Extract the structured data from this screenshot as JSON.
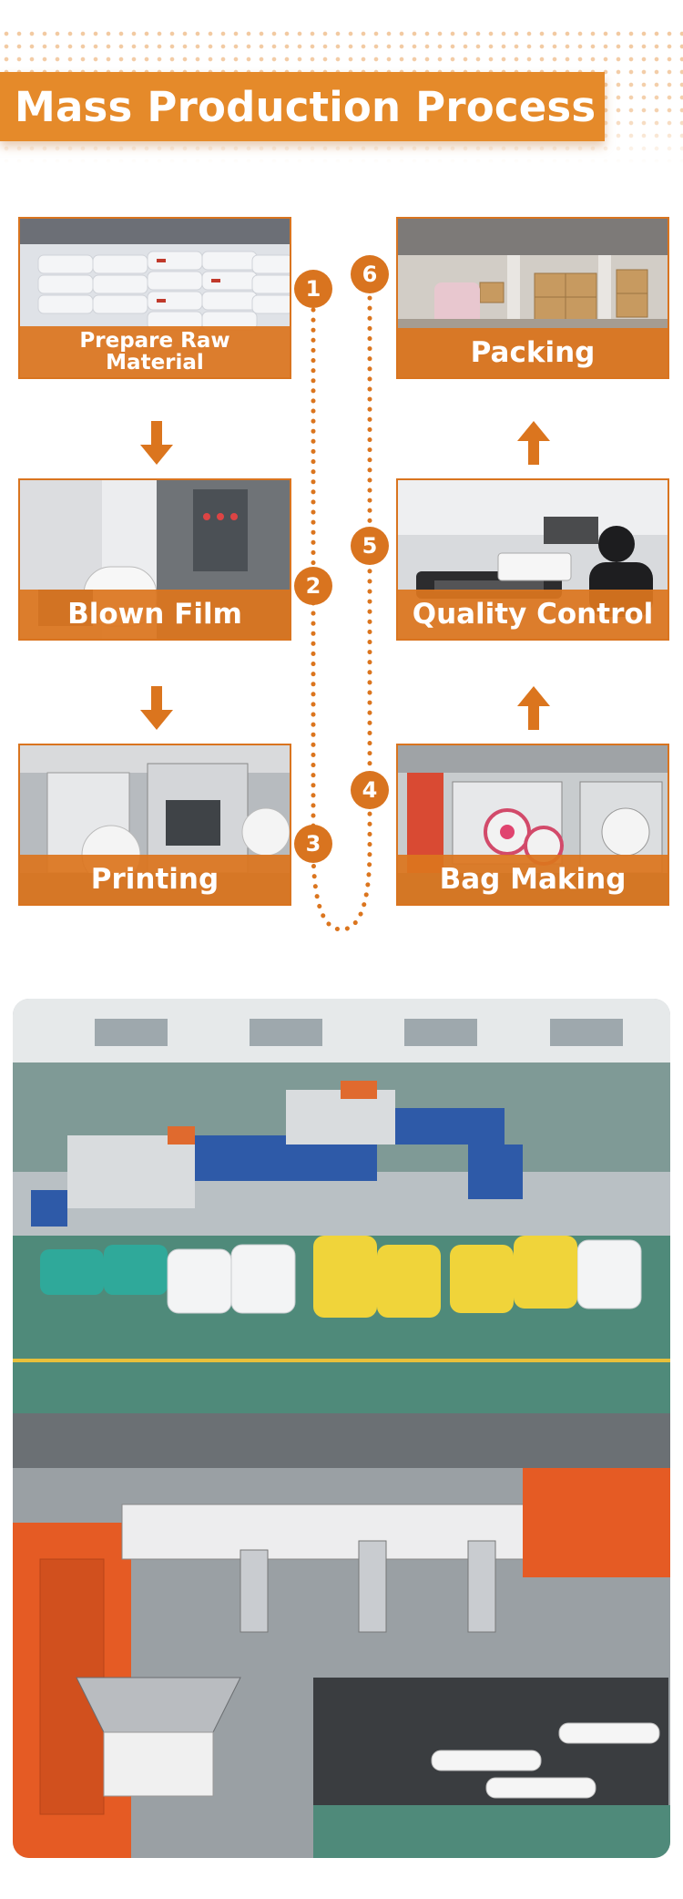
{
  "header": {
    "title": "Mass Production Process"
  },
  "steps": [
    {
      "number": "1",
      "label": "Prepare Raw\nMaterial"
    },
    {
      "number": "2",
      "label": "Blown Film"
    },
    {
      "number": "3",
      "label": "Printing"
    },
    {
      "number": "4",
      "label": "Bag Making"
    },
    {
      "number": "5",
      "label": "Quality Control"
    },
    {
      "number": "6",
      "label": "Packing"
    }
  ],
  "colors": {
    "accent": "#e58a2a",
    "label_bg": "#db751e",
    "dots": "#f2c9a0"
  },
  "icons": {
    "down_arrow": "arrow-down-icon",
    "up_arrow": "arrow-up-icon"
  }
}
